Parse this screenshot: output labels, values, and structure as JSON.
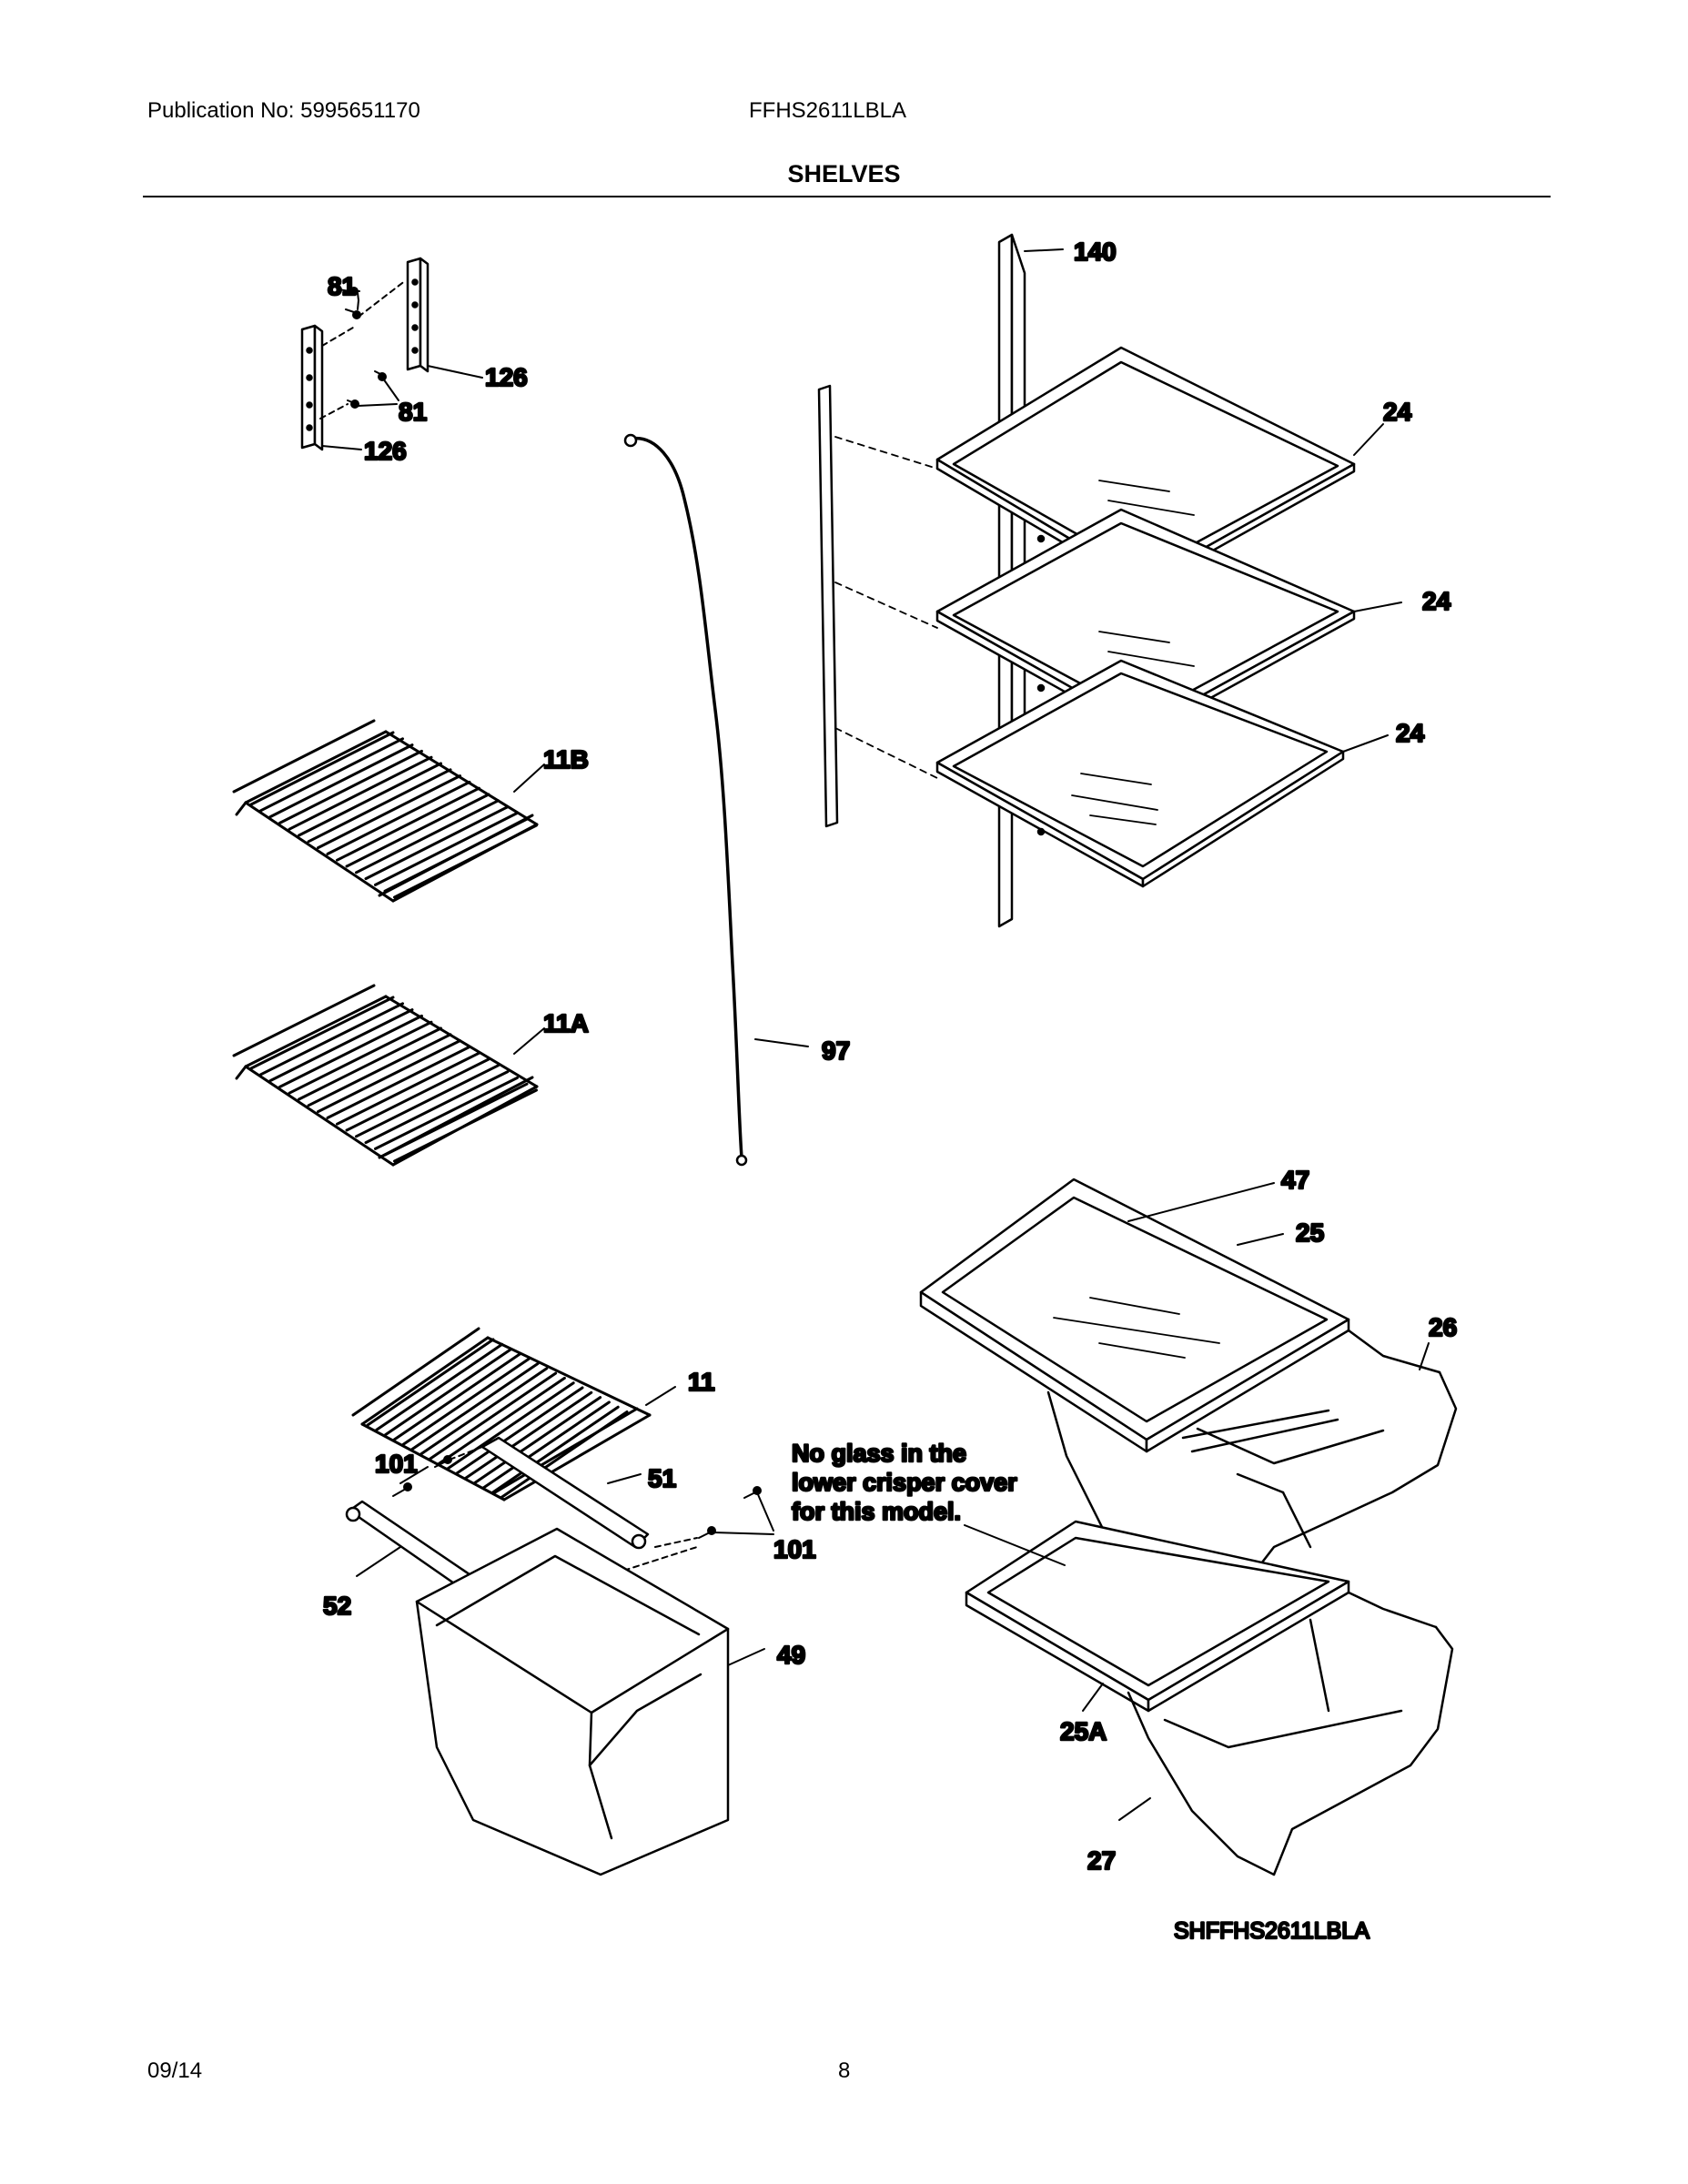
{
  "header": {
    "publication": "Publication No: 5995651170",
    "model": "FFHS2611LBLA",
    "title": "SHELVES"
  },
  "callouts": {
    "c81a": "81",
    "c81b": "81",
    "c126a": "126",
    "c126b": "126",
    "c140": "140",
    "c24a": "24",
    "c24b": "24",
    "c24c": "24",
    "c11B": "11B",
    "c11A": "11A",
    "c97": "97",
    "c47": "47",
    "c25": "25",
    "c26": "26",
    "c11": "11",
    "c51": "51",
    "c101a": "101",
    "c101b": "101",
    "c52": "52",
    "c49": "49",
    "c25A": "25A",
    "c27": "27"
  },
  "note": {
    "line1": "No glass in the",
    "line2": "lower crisper cover",
    "line3": "for this model."
  },
  "diagram_code": "SHFFHS2611LBLA",
  "footer": {
    "date": "09/14",
    "page": "8"
  }
}
